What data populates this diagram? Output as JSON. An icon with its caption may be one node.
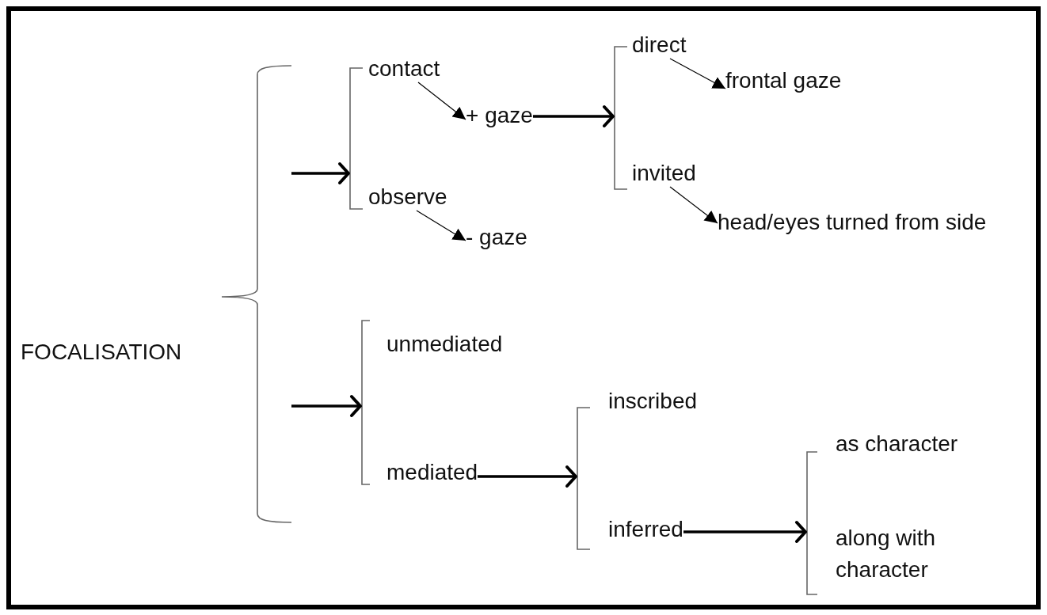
{
  "diagram": {
    "nodes": [
      {
        "text": [
          "FOCALISATION"
        ]
      },
      {
        "text": [],
        "shape": "brace"
      },
      {
        "text": [],
        "shape": "bracket"
      },
      {
        "text": [
          "contact"
        ]
      },
      {
        "text": [
          "+ gaze"
        ]
      },
      {
        "text": [
          "observe"
        ]
      },
      {
        "text": [
          "- gaze"
        ]
      },
      {
        "text": [],
        "shape": "bracket"
      },
      {
        "text": [
          "direct"
        ]
      },
      {
        "text": [
          "frontal gaze"
        ]
      },
      {
        "text": [
          "invited"
        ]
      },
      {
        "text": [
          "head/eyes turned from side"
        ]
      },
      {
        "text": [],
        "shape": "bracket"
      },
      {
        "text": [
          "unmediated"
        ]
      },
      {
        "text": [
          "mediated"
        ]
      },
      {
        "text": [],
        "shape": "bracket"
      },
      {
        "text": [
          "inscribed"
        ]
      },
      {
        "text": [
          "inferred"
        ]
      },
      {
        "text": [],
        "shape": "bracket"
      },
      {
        "text": [
          "as character"
        ]
      },
      {
        "text": [
          "along with character"
        ]
      }
    ],
    "edges": [
      {
        "from": 1,
        "to": 2,
        "arrow": "to"
      },
      {
        "from": 1,
        "to": 12,
        "arrow": "to"
      },
      {
        "from": 3,
        "to": 4,
        "arrow": "to"
      },
      {
        "from": 5,
        "to": 6,
        "arrow": "to"
      },
      {
        "from": 4,
        "to": 7,
        "arrow": "to"
      },
      {
        "from": 8,
        "to": 9,
        "arrow": "to"
      },
      {
        "from": 10,
        "to": 11,
        "arrow": "to"
      },
      {
        "from": 14,
        "to": 15,
        "arrow": "to"
      },
      {
        "from": 17,
        "to": 18,
        "arrow": "to"
      }
    ]
  }
}
